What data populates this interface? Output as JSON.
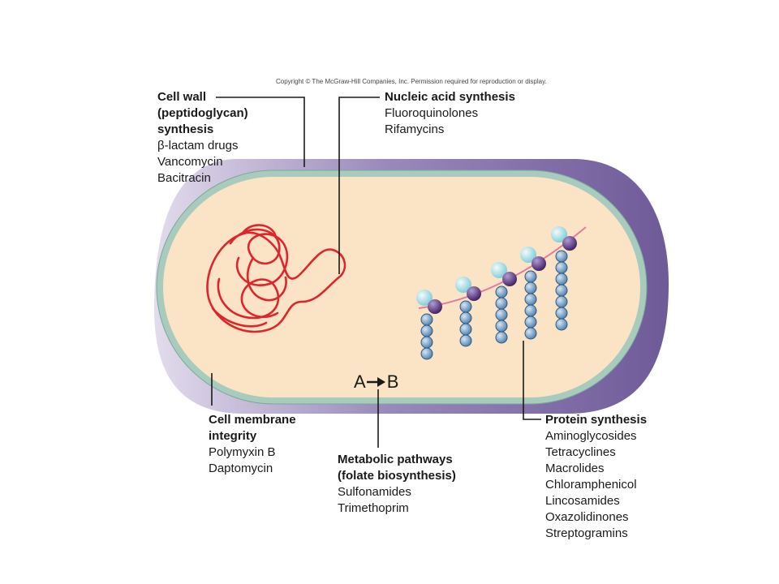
{
  "copyright": "Copyright © The McGraw-Hill Companies, Inc. Permission required for reproduction or display.",
  "cell_wall": {
    "heading": [
      "Cell wall",
      "(peptidoglycan)",
      "synthesis"
    ],
    "items": [
      "β-lactam drugs",
      "Vancomycin",
      "Bacitracin"
    ]
  },
  "nucleic_acid": {
    "heading": "Nucleic acid synthesis",
    "items": [
      "Fluoroquinolones",
      "Rifamycins"
    ]
  },
  "cell_membrane": {
    "heading": [
      "Cell membrane",
      "integrity"
    ],
    "items": [
      "Polymyxin B",
      "Daptomycin"
    ]
  },
  "metabolic": {
    "heading": [
      "Metabolic pathways",
      "(folate biosynthesis)"
    ],
    "items": [
      "Sulfonamides",
      "Trimethoprim"
    ],
    "reaction_from": "A",
    "reaction_to": "B"
  },
  "protein": {
    "heading": "Protein synthesis",
    "items": [
      "Aminoglycosides",
      "Tetracyclines",
      "Macrolides",
      "Chloramphenicol",
      "Lincosamides",
      "Oxazolidinones",
      "Streptogramins"
    ]
  },
  "colors": {
    "cell_wall": "#8a78ad",
    "membrane": "#a9cbbd",
    "cytoplasm": "#fbe4c6",
    "dna": "#e0242c",
    "mrna": "#e07aa0",
    "ribosome_small": "#a8dfe6",
    "ribosome_large": "#4a2a70",
    "peptide": "#6f98bf"
  }
}
